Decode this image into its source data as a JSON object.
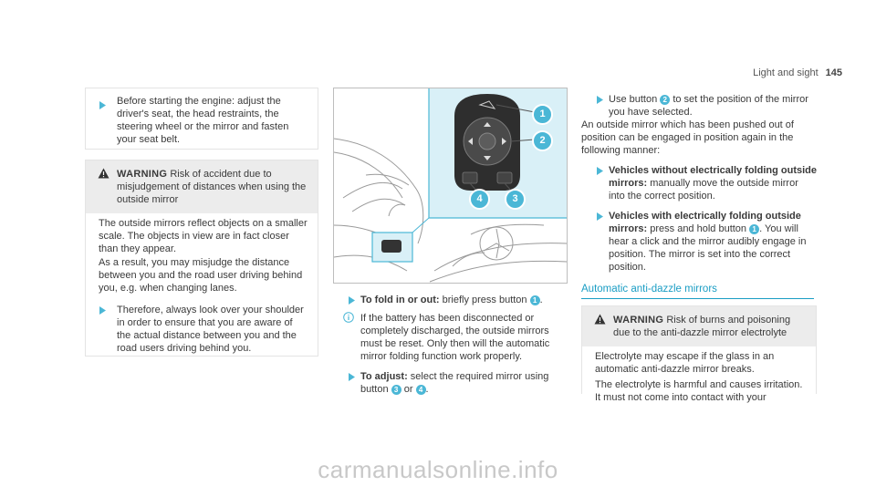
{
  "header": {
    "title": "Light and sight",
    "page_number": "145"
  },
  "col1": {
    "intro_bullet": "Before starting the engine: adjust the driver's seat, the head restraints, the steering wheel or the mirror and fasten your seat belt.",
    "warning": {
      "label": "WARNING",
      "heading": "Risk of accident due to misjudgement of distances when using the outside mirror",
      "body1": "The outside mirrors reflect objects on a smaller scale. The objects in view are in fact closer than they appear.",
      "body2": "As a result, you may misjudge the distance between you and the road user driving behind you, e.g. when changing lanes.",
      "bullet": "Therefore, always look over your shoulder in order to ensure that you are aware of the actual distance between you and the road users driving behind you."
    }
  },
  "figure": {
    "callouts": [
      "1",
      "2",
      "4",
      "3"
    ],
    "colors": {
      "highlight": "#d9f0f7",
      "accent": "#4bb7d6",
      "line": "#9a9a9a"
    }
  },
  "col2": {
    "fold_label": "To fold in or out:",
    "fold_text": " briefly press button ",
    "fold_ref": "1",
    "note_text": "If the battery has been disconnected or completely discharged, the outside mirrors must be reset. Only then will the automatic mirror folding function work properly.",
    "adjust_label": "To adjust:",
    "adjust_text": " select the required mirror using button ",
    "adjust_ref1": "3",
    "adjust_or": " or ",
    "adjust_ref2": "4",
    "adjust_end": "."
  },
  "col3": {
    "use_text_a": "Use button ",
    "use_ref": "2",
    "use_text_b": " to set the position of the mirror you have selected.",
    "para": "An outside mirror which has been pushed out of position can be engaged in position again in the following manner:",
    "step1_label": "Vehicles without electrically folding outside mirrors:",
    "step1_text": " manually move the outside mirror into the correct position.",
    "step2_label": "Vehicles with electrically folding outside mirrors:",
    "step2_text_a": " press and hold button ",
    "step2_ref": "1",
    "step2_text_b": ". You will hear a click and the mirror audibly engage in position. The mirror is set into the correct position.",
    "section_title": "Automatic anti-dazzle mirrors",
    "warning2": {
      "label": "WARNING",
      "heading": "Risk of burns and poisoning due to the anti-dazzle mirror electrolyte",
      "body1": "Electrolyte may escape if the glass in an automatic anti-dazzle mirror breaks.",
      "body2": "The electrolyte is harmful and causes irritation. It must not come into contact with your"
    }
  },
  "watermark": "carmanualsonline.info"
}
